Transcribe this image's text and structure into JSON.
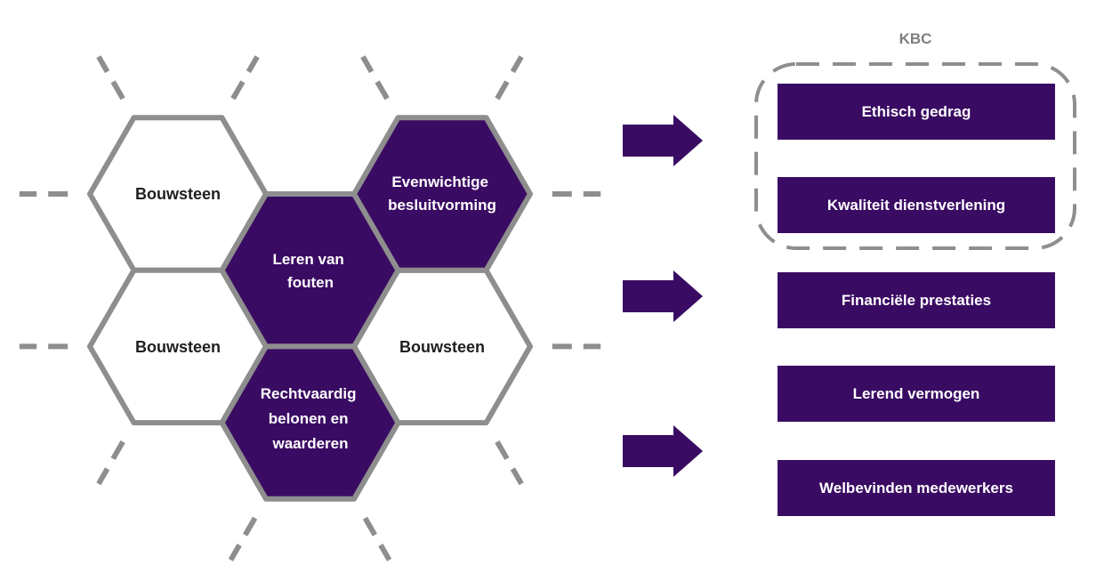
{
  "diagram": {
    "kbc_label": "KBC",
    "hexagons": [
      {
        "name": "bouwsteen-top-left",
        "filled": false,
        "lines": [
          "Bouwsteen"
        ]
      },
      {
        "name": "evenwichtige-besluitvorming",
        "filled": true,
        "lines": [
          "Evenwichtige",
          "besluitvorming"
        ]
      },
      {
        "name": "leren-van-fouten",
        "filled": true,
        "lines": [
          "Leren van",
          "fouten"
        ]
      },
      {
        "name": "bouwsteen-middle-left",
        "filled": false,
        "lines": [
          "Bouwsteen"
        ]
      },
      {
        "name": "bouwsteen-middle-right",
        "filled": false,
        "lines": [
          "Bouwsteen"
        ]
      },
      {
        "name": "rechtvaardig-belonen-en-waarderen",
        "filled": true,
        "lines": [
          "Rechtvaardig",
          "belonen en",
          "waarderen"
        ]
      }
    ],
    "outcome_boxes": [
      {
        "label": "Ethisch gedrag",
        "in_kbc_group": true
      },
      {
        "label": "Kwaliteit dienstverlening",
        "in_kbc_group": true
      },
      {
        "label": "Financiële prestaties",
        "in_kbc_group": false
      },
      {
        "label": "Lerend vermogen",
        "in_kbc_group": false
      },
      {
        "label": "Welbevinden medewerkers",
        "in_kbc_group": false
      }
    ],
    "colors": {
      "purple": "#3a0b63",
      "hex_border_gray": "#8e8e8e",
      "kbc_label_gray": "#7f7f7f",
      "white_hex_text": "#1f1f1f",
      "filled_hex_text": "#ffffff"
    }
  }
}
